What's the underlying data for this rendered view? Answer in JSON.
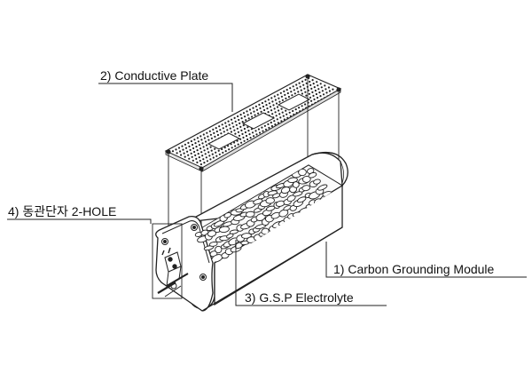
{
  "labels": {
    "conductive_plate": "2) Conductive Plate",
    "copper_terminal": "4) 동관단자 2-HOLE",
    "carbon_module": "1) Carbon Grounding Module",
    "electrolyte": "3) G.S.P Electrolyte"
  },
  "colors": {
    "line": "#222222",
    "fill": "#ffffff",
    "shade": "#f2f2f2"
  }
}
